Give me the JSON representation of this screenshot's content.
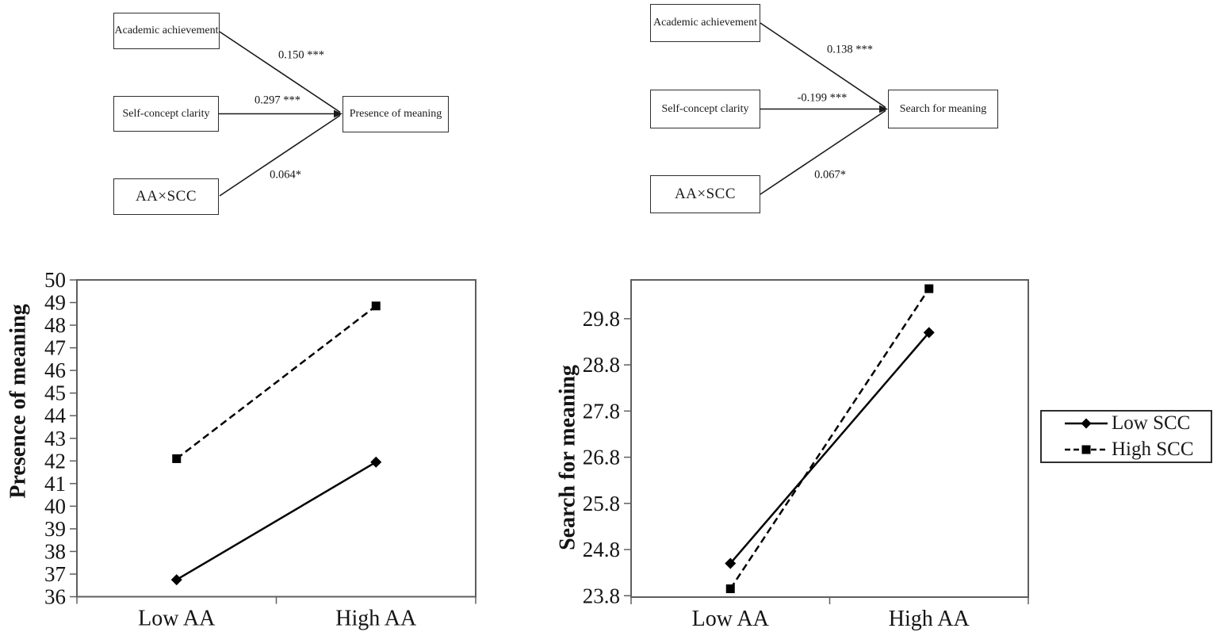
{
  "diagrams": [
    {
      "boxes": {
        "academic_achievement": "Academic achievement",
        "self_concept_clarity": "Self-concept clarity",
        "interaction": "AA×SCC",
        "outcome": "Presence of meaning"
      },
      "coefficients": {
        "academic_achievement": "0.150 ***",
        "self_concept_clarity": "0.297 ***",
        "interaction": "0.064*"
      }
    },
    {
      "boxes": {
        "academic_achievement": "Academic achievement",
        "self_concept_clarity": "Self-concept clarity",
        "interaction": "AA×SCC",
        "outcome": "Search for meaning"
      },
      "coefficients": {
        "academic_achievement": "0.138 ***",
        "self_concept_clarity": "-0.199 ***",
        "interaction": "0.067*"
      }
    }
  ],
  "chart_data": [
    {
      "type": "line",
      "title": "",
      "categories": [
        "Low AA",
        "High AA"
      ],
      "series": [
        {
          "name": "Low SCC",
          "values": [
            36.75,
            41.95
          ],
          "line": "solid",
          "marker": "diamond",
          "color": "#000000"
        },
        {
          "name": "High SCC",
          "values": [
            42.1,
            48.85
          ],
          "line": "dashed",
          "marker": "square",
          "color": "#000000"
        }
      ],
      "xlabel": "",
      "ylabel": "Presence of meaning",
      "ylim": [
        36,
        50
      ],
      "ytick_labels": [
        "36",
        "37",
        "38",
        "39",
        "40",
        "41",
        "42",
        "43",
        "44",
        "45",
        "46",
        "47",
        "48",
        "49",
        "50"
      ],
      "grid": false,
      "legend_position": "none"
    },
    {
      "type": "line",
      "title": "",
      "categories": [
        "Low AA",
        "High AA"
      ],
      "series": [
        {
          "name": "Low SCC",
          "values": [
            24.5,
            29.5
          ],
          "line": "solid",
          "marker": "diamond",
          "color": "#000000"
        },
        {
          "name": "High SCC",
          "values": [
            23.95,
            30.45
          ],
          "line": "dashed",
          "marker": "square",
          "color": "#000000"
        }
      ],
      "xlabel": "",
      "ylabel": "Search for meaning",
      "ylim": [
        23.77,
        30.64
      ],
      "ytick_labels": [
        "23.8",
        "24.8",
        "25.8",
        "26.8",
        "27.8",
        "28.8",
        "29.8"
      ],
      "grid": false,
      "legend_position": "right"
    }
  ],
  "colors": {
    "series": "#000000",
    "axis": "#5f5f5f",
    "text": "#1a1a1a",
    "background": "#ffffff"
  }
}
